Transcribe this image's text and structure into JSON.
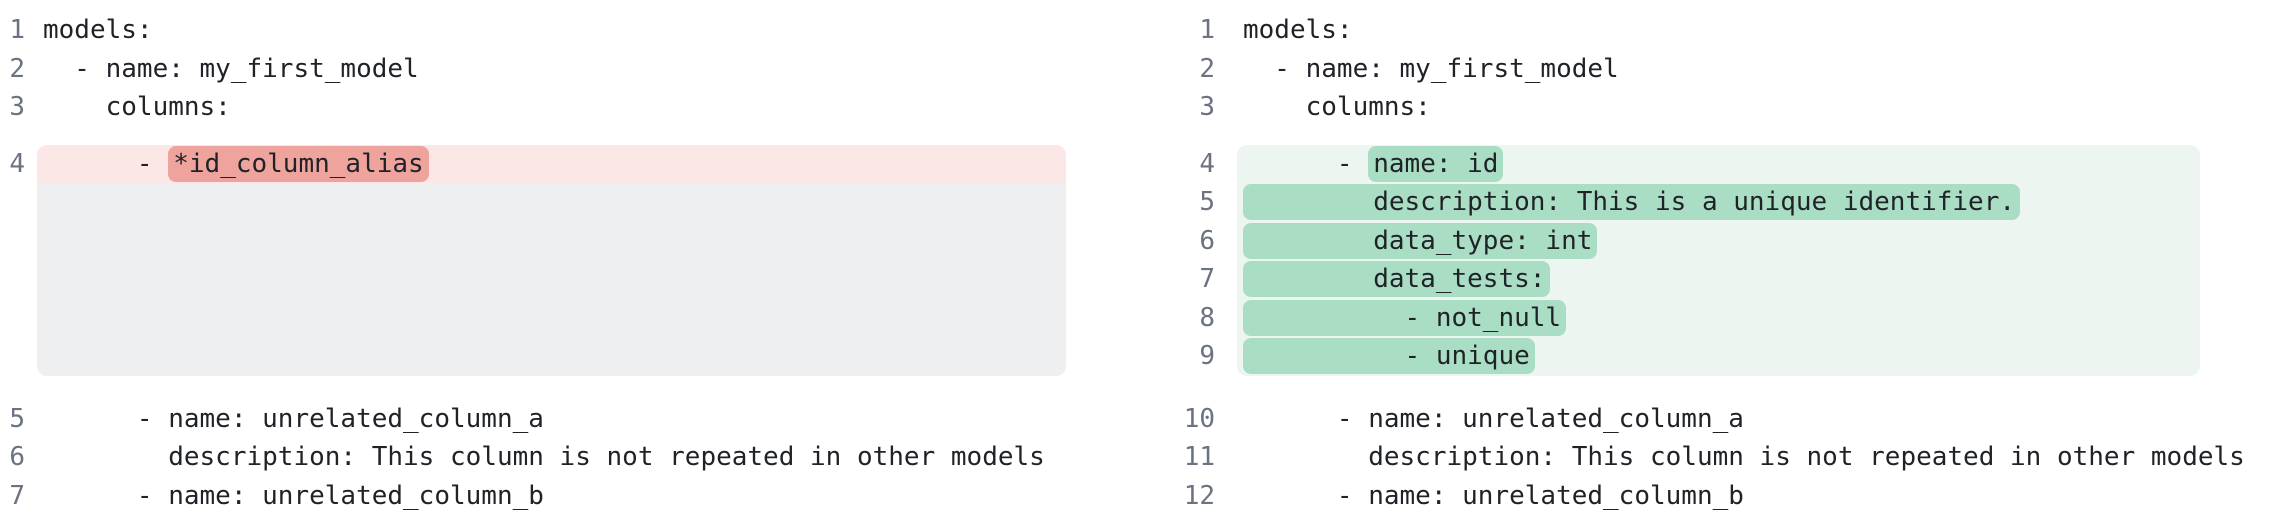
{
  "colors": {
    "code_text": "#1f2328",
    "line_number": "#6b7280",
    "removed_line_bg": "#fbe8e6",
    "removed_token_bg": "#efa39d",
    "added_line_bg": "#ecf5f0",
    "added_token_bg": "#aadec4",
    "filler_bg": "#edeff0"
  },
  "left": {
    "lines": [
      {
        "num": "1",
        "text": "models:"
      },
      {
        "num": "2",
        "text": "  - name: my_first_model"
      },
      {
        "num": "3",
        "text": "    columns:"
      },
      {
        "num": "4",
        "pre": "      - ",
        "mark": "*id_column_alias"
      },
      {
        "num": "5",
        "text": "      - name: unrelated_column_a"
      },
      {
        "num": "6",
        "text": "        description: This column is not repeated in other models"
      },
      {
        "num": "7",
        "text": "      - name: unrelated_column_b"
      }
    ]
  },
  "right": {
    "lines": [
      {
        "num": "1",
        "text": "models:"
      },
      {
        "num": "2",
        "text": "  - name: my_first_model"
      },
      {
        "num": "3",
        "text": "    columns:"
      },
      {
        "num": "4",
        "pre": "      - ",
        "mark": "name: id"
      },
      {
        "num": "5",
        "mark": "        description: This is a unique identifier."
      },
      {
        "num": "6",
        "mark": "        data_type: int"
      },
      {
        "num": "7",
        "mark": "        data_tests:"
      },
      {
        "num": "8",
        "mark": "          - not_null"
      },
      {
        "num": "9",
        "mark": "          - unique"
      },
      {
        "num": "10",
        "text": "      - name: unrelated_column_a"
      },
      {
        "num": "11",
        "text": "        description: This column is not repeated in other models"
      },
      {
        "num": "12",
        "text": "      - name: unrelated_column_b"
      }
    ]
  }
}
